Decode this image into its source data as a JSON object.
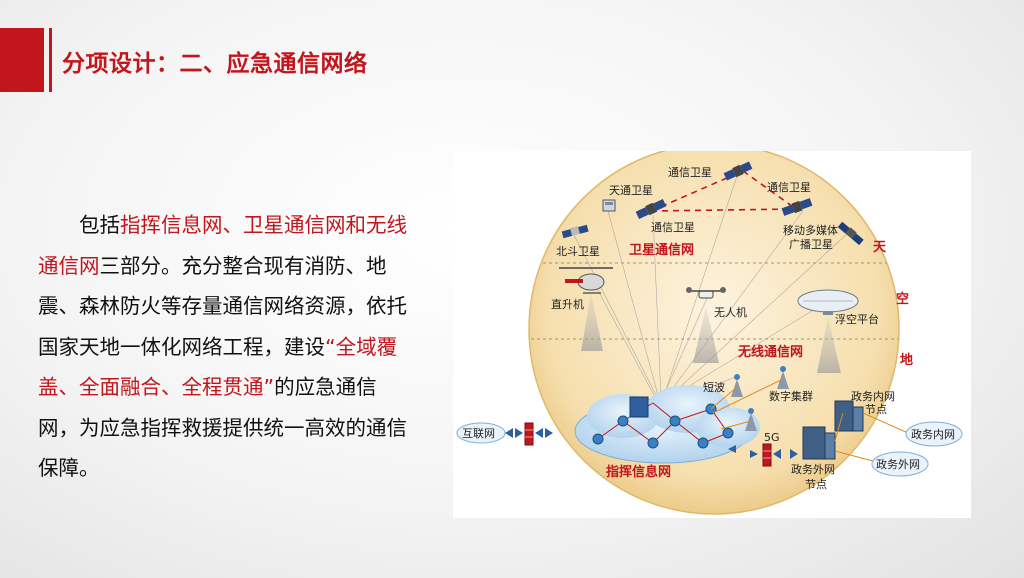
{
  "slide": {
    "title": "分项设计：二、应急通信网络",
    "paragraph": {
      "p1": "包括",
      "p2": "指挥信息网、卫星通信网和无线通信网",
      "p3": "三部分。充分整合现有消防、地震、森林防火等存量通信网络资源，依托国家天地一体化网络工程，建设",
      "p4": "“全域覆盖、全面融合、全程贯通”",
      "p5": "的应急通信网，为应急指挥救援提供统一高效的通信保障。"
    }
  },
  "diagram": {
    "layers": {
      "sky_top": "天",
      "air": "空",
      "ground": "地"
    },
    "networks": {
      "satellite": "卫星通信网",
      "wireless": "无线通信网",
      "command": "指挥信息网"
    },
    "satellites": {
      "tiantong": "天通卫星",
      "tongxin_top": "通信卫星",
      "tongxin_left": "通信卫星",
      "tongxin_right": "通信卫星",
      "beidou": "北斗卫星",
      "multimedia_1": "移动多媒体",
      "multimedia_2": "广播卫星"
    },
    "air": {
      "helicopter": "直升机",
      "drone": "无人机",
      "airship": "浮空平台"
    },
    "ground": {
      "shortwave": "短波",
      "digital_trunk": "数字集群",
      "fiveg": "5G",
      "internet": "互联网",
      "gov_intranet_node_1": "政务内网",
      "gov_intranet_node_2": "节点",
      "gov_extranet_node_1": "政务外网",
      "gov_extranet_node_2": "节点",
      "gov_intranet": "政务内网",
      "gov_extranet": "政务外网"
    }
  }
}
